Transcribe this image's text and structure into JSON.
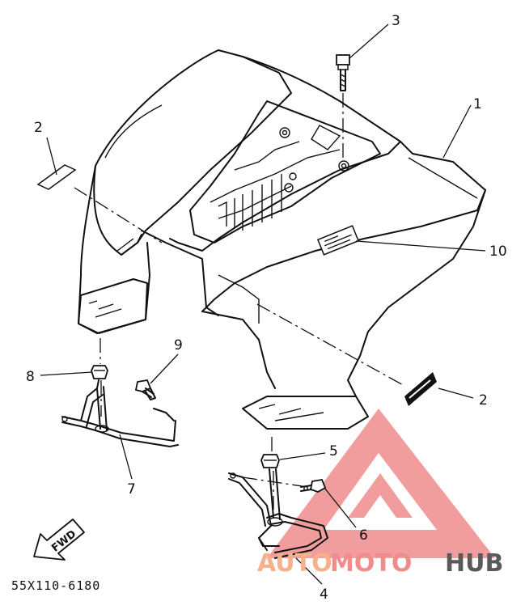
{
  "diagram_code": "55X110-6180",
  "fwd_label": "FWD",
  "callouts": {
    "c1": "1",
    "c2a": "2",
    "c2b": "2",
    "c3": "3",
    "c4": "4",
    "c5": "5",
    "c6": "6",
    "c7": "7",
    "c8": "8",
    "c9": "9",
    "c10": "10"
  },
  "watermark": {
    "part1": "AUTO",
    "part2": "MOTO",
    "part3": "HUB",
    "color_main": "#f08c8c",
    "color_accent": "#f6b08a",
    "color_dark": "#5a5a5a"
  }
}
